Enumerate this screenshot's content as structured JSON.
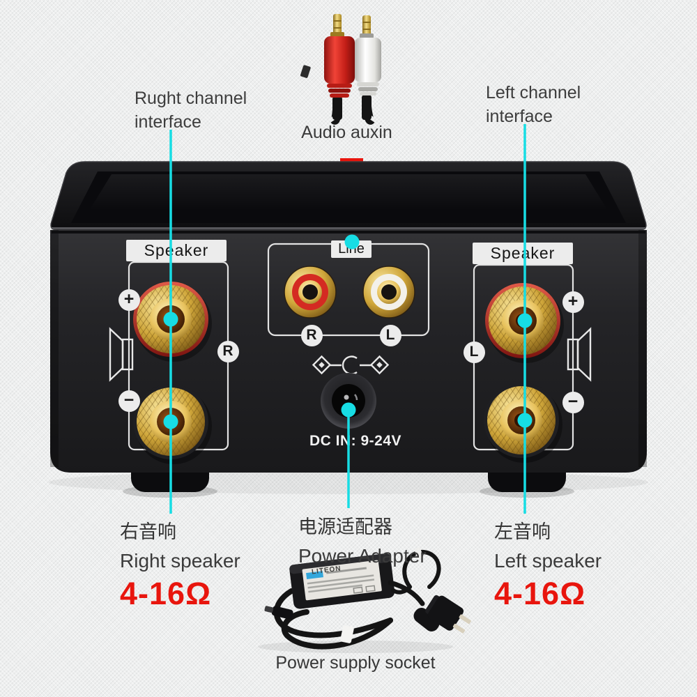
{
  "annotations": {
    "right_channel": "Rught channel\ninterface",
    "left_channel": "Left channel\ninterface",
    "audio_aux": "Audio auxin",
    "power_socket": "Power supply socket"
  },
  "panel": {
    "speaker_left": "Speaker",
    "speaker_right": "Speaker",
    "line": "Line",
    "jack_r": "R",
    "jack_l": "L",
    "channel_right": "R",
    "channel_left": "L",
    "plus_left": "+",
    "minus_left": "−",
    "plus_right": "+",
    "minus_right": "−",
    "dc_in": "DC IN: 9-24V"
  },
  "legend": {
    "right_cn": "右音响",
    "right_en": "Right speaker",
    "right_ohm": "4-16Ω",
    "left_cn": "左音响",
    "left_en": "Left speaker",
    "left_ohm": "4-16Ω",
    "adapter_cn": "电源适配器",
    "adapter_en": "Power Adapter",
    "adapter_brand": "LITEON"
  },
  "colors": {
    "accent_cyan": "#17dde4",
    "arrow_red": "#e8150d",
    "ohm_red": "#e8150d",
    "device_black": "#232325",
    "gold": "#d9b04a"
  }
}
